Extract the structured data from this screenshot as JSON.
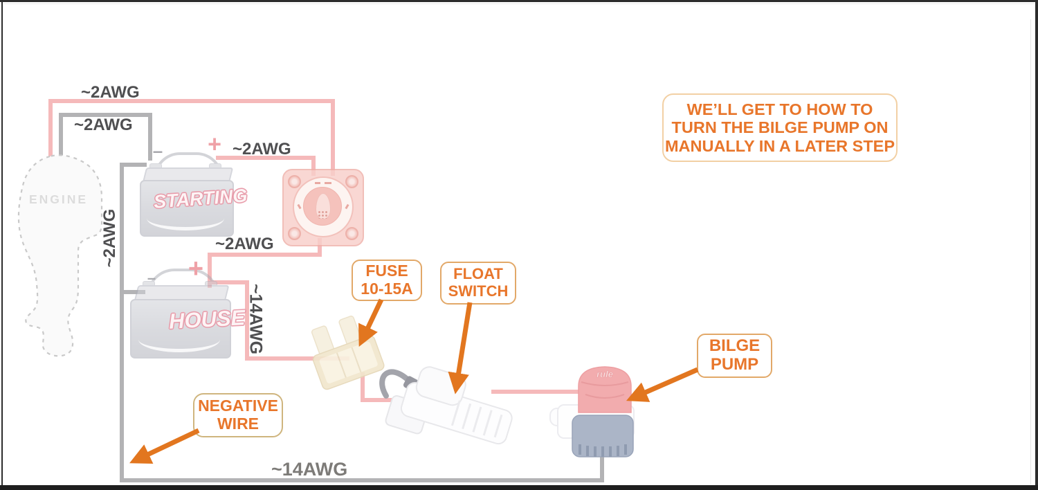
{
  "note_box": {
    "line1": "WE’LL GET TO HOW TO",
    "line2": "TURN THE BILGE PUMP ON",
    "line3": "MANUALLY IN A LATER STEP"
  },
  "callouts": {
    "fuse": {
      "line1": "FUSE",
      "line2": "10-15A"
    },
    "float_switch": {
      "line1": "FLOAT",
      "line2": "SWITCH"
    },
    "negative_wire": {
      "line1": "NEGATIVE",
      "line2": "WIRE"
    },
    "bilge_pump": {
      "line1": "BILGE",
      "line2": "PUMP"
    }
  },
  "wire_labels": {
    "engine_positive_2awg": "~2AWG",
    "engine_ground_2awg": "~2AWG",
    "battery_to_switch_2awg": "~2AWG",
    "negative_bus_2awg": "~2AWG",
    "switch_to_house_2awg": "~2AWG",
    "house_to_pump_14awg": "~14AWG",
    "bottom_negative_14awg": "~14AWG"
  },
  "markers": {
    "starting_plus": "+",
    "starting_minus": "–",
    "house_plus": "+",
    "house_minus": "–"
  },
  "components": {
    "engine": "ENGINE",
    "starting_battery": "STARTING",
    "house_battery": "HOUSE",
    "pump_brand": "rule"
  },
  "colors": {
    "callout_orange": "#E8762B",
    "arrow_orange": "#E2761F",
    "positive_wire_pink": "#F5B9BA",
    "negative_wire_gray": "#B3B3B5",
    "label_dark_gray": "#4F4F51"
  }
}
